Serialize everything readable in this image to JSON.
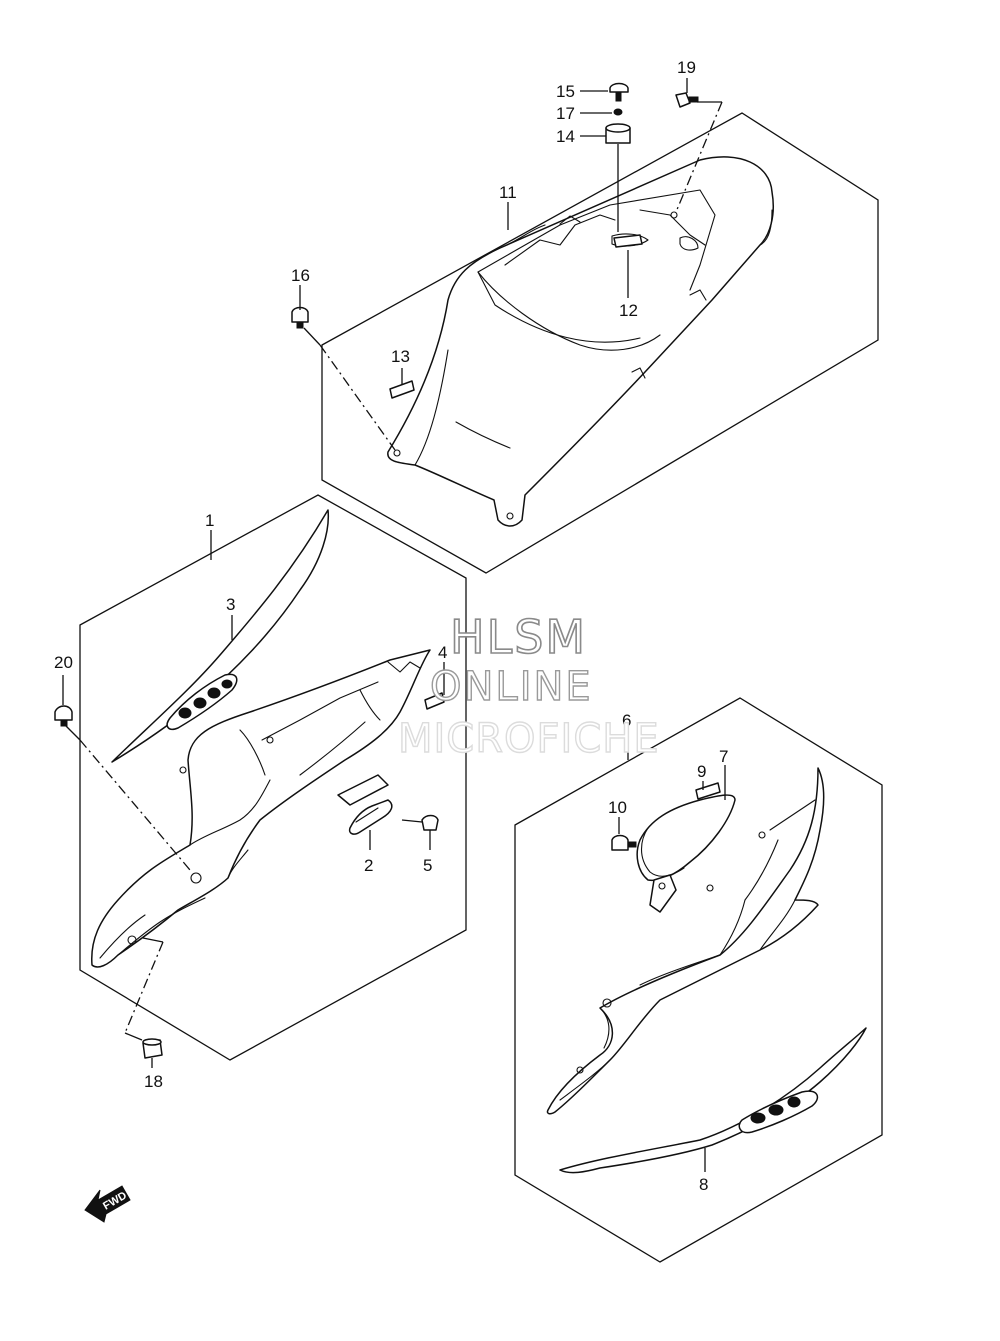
{
  "callouts": {
    "c1": "1",
    "c2": "2",
    "c3": "3",
    "c4": "4",
    "c5": "5",
    "c6": "6",
    "c7": "7",
    "c8": "8",
    "c9": "9",
    "c10": "10",
    "c11": "11",
    "c12": "12",
    "c13": "13",
    "c14": "14",
    "c15": "15",
    "c16": "16",
    "c17": "17",
    "c18": "18",
    "c19": "19",
    "c20": "20"
  },
  "watermark": {
    "line1": "HLSM",
    "line2": "ONLINE",
    "line3": "MICROFICHE"
  },
  "direction_arrow": {
    "label": "FWD",
    "icon": "fwd-arrow-icon"
  }
}
